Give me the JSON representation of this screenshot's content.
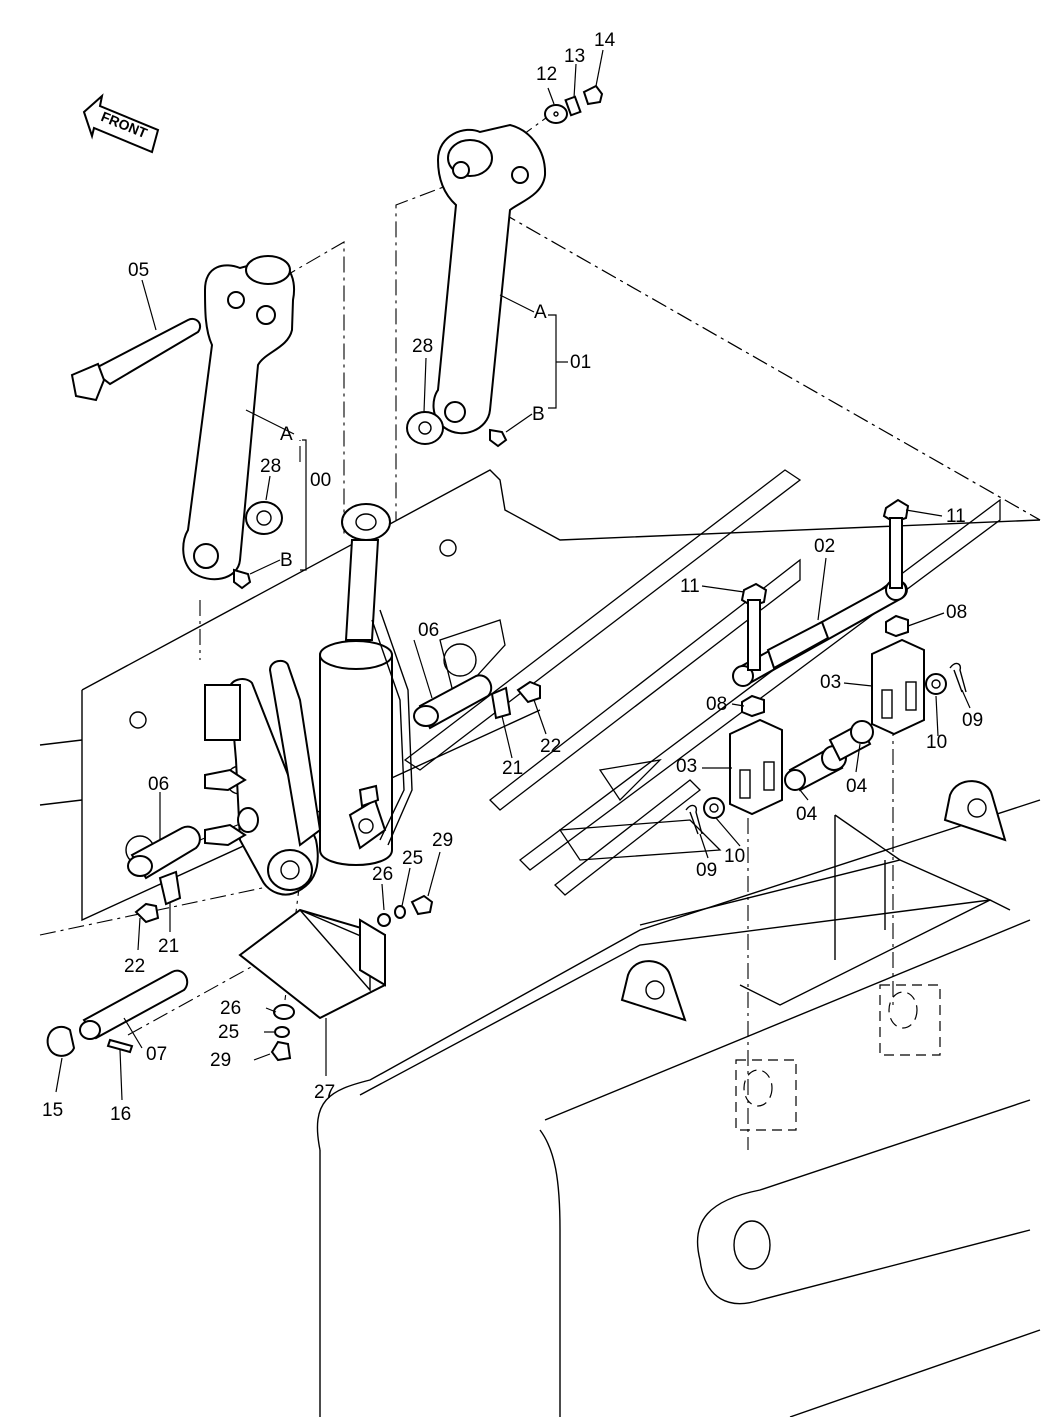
{
  "front_arrow": {
    "label": "FRONT"
  },
  "labels": {
    "l00": "00",
    "l01": "01",
    "l02": "02",
    "l03a": "03",
    "l03b": "03",
    "l04a": "04",
    "l04b": "04",
    "l05": "05",
    "l06a": "06",
    "l06b": "06",
    "l07": "07",
    "l08a": "08",
    "l08b": "08",
    "l09a": "09",
    "l09b": "09",
    "l10a": "10",
    "l10b": "10",
    "l11a": "11",
    "l11b": "11",
    "l12": "12",
    "l13": "13",
    "l14": "14",
    "l15": "15",
    "l16": "16",
    "l21a": "21",
    "l21b": "21",
    "l22a": "22",
    "l22b": "22",
    "l25a": "25",
    "l25b": "25",
    "l26a": "26",
    "l26b": "26",
    "l27": "27",
    "l28a": "28",
    "l28b": "28",
    "l29a": "29",
    "l29b": "29",
    "lA1": "A",
    "lB1": "B",
    "lA2": "A",
    "lB2": "B"
  }
}
